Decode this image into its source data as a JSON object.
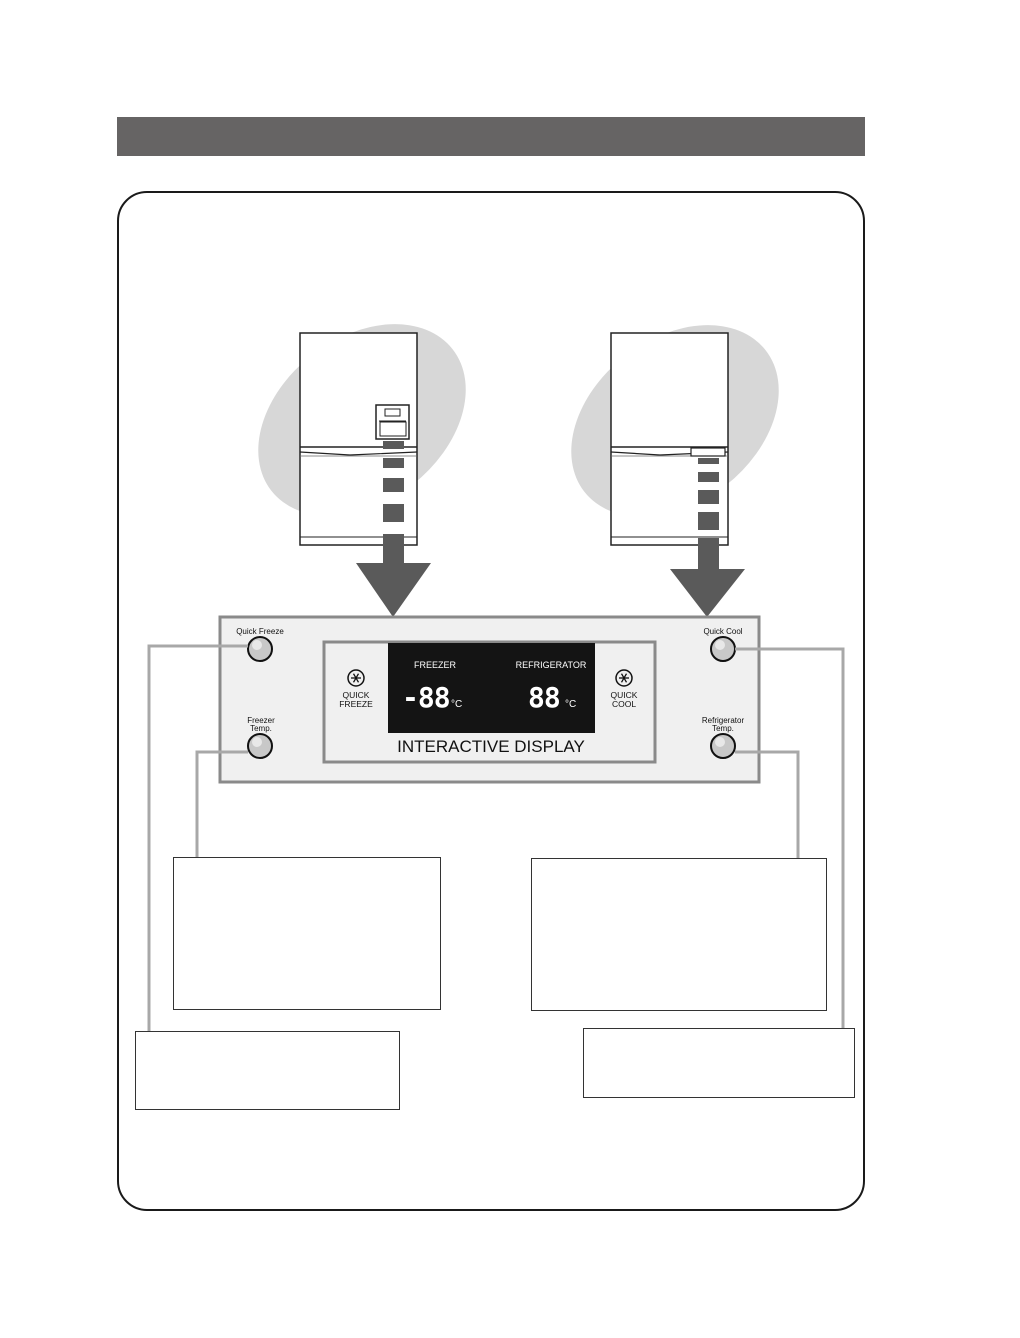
{
  "colors": {
    "header_bar": "#666464",
    "panel_fill": "#f0f0f0",
    "ellipse_fill": "#d7d7d7",
    "arrow_fill": "#5a5a5a",
    "lcd_bg": "#141414",
    "leader_line": "#a8a8a8"
  },
  "panel": {
    "quick_freeze_btn": "Quick Freeze",
    "freezer_temp_btn_line1": "Freezer",
    "freezer_temp_btn_line2": "Temp.",
    "quick_cool_btn": "Quick Cool",
    "refrigerator_temp_btn_line1": "Refrigerator",
    "refrigerator_temp_btn_line2": "Temp.",
    "quick_freeze_indicator_line1": "QUICK",
    "quick_freeze_indicator_line2": "FREEZE",
    "quick_cool_indicator_line1": "QUICK",
    "quick_cool_indicator_line2": "COOL",
    "lcd_freezer_label": "FREEZER",
    "lcd_refrigerator_label": "REFRIGERATOR",
    "lcd_freezer_value": "-88",
    "lcd_refrigerator_value": "88",
    "unit": "°C",
    "display_title": "INTERACTIVE DISPLAY"
  },
  "icons": [
    "snowflake-icon",
    "snowflake-icon"
  ]
}
